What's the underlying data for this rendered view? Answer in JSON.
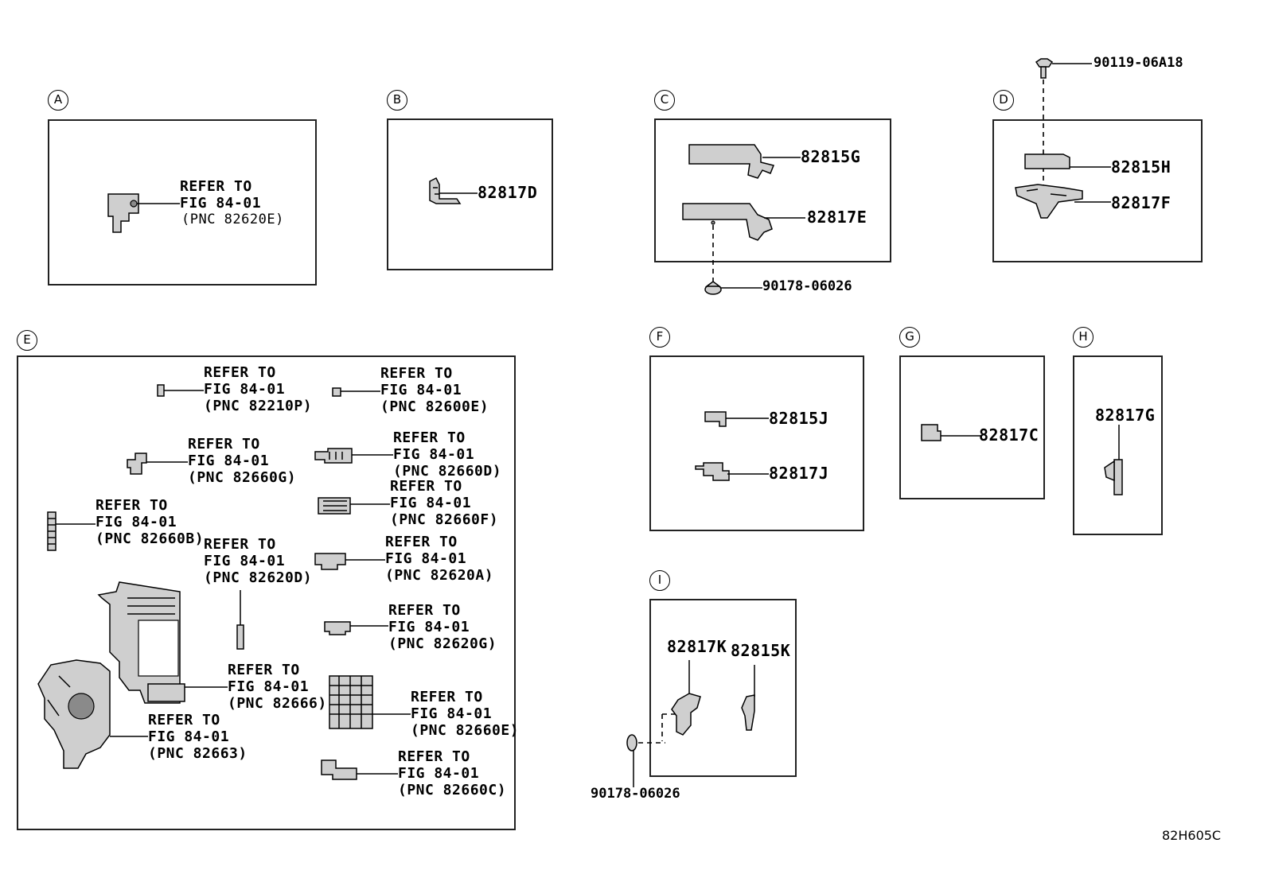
{
  "sections": {
    "A": {
      "letter": "A",
      "ref_title": "REFER TO",
      "ref_fig": "FIG 84-01",
      "ref_pnc": "(PNC 82620E)"
    },
    "B": {
      "letter": "B",
      "part": "82817D"
    },
    "C": {
      "letter": "C",
      "parts": [
        "82815G",
        "82817E"
      ],
      "fastener": "90178-06026"
    },
    "D": {
      "letter": "D",
      "parts": [
        "82815H",
        "82817F"
      ],
      "fastener": "90119-06A18"
    },
    "E": {
      "letter": "E",
      "refs": [
        {
          "title": "REFER TO",
          "fig": "FIG 84-01",
          "pnc": "(PNC 82210P)"
        },
        {
          "title": "REFER TO",
          "fig": "FIG 84-01",
          "pnc": "(PNC 82600E)"
        },
        {
          "title": "REFER TO",
          "fig": "FIG 84-01",
          "pnc": "(PNC 82660G)"
        },
        {
          "title": "REFER TO",
          "fig": "FIG 84-01",
          "pnc": "(PNC 82660D)"
        },
        {
          "title": "REFER TO",
          "fig": "FIG 84-01",
          "pnc": "(PNC 82660F)"
        },
        {
          "title": "REFER TO",
          "fig": "FIG 84-01",
          "pnc": "(PNC 82660B)"
        },
        {
          "title": "REFER TO",
          "fig": "FIG 84-01",
          "pnc": "(PNC 82620D)"
        },
        {
          "title": "REFER TO",
          "fig": "FIG 84-01",
          "pnc": "(PNC 82620A)"
        },
        {
          "title": "REFER TO",
          "fig": "FIG 84-01",
          "pnc": "(PNC 82620G)"
        },
        {
          "title": "REFER TO",
          "fig": "FIG 84-01",
          "pnc": "(PNC 82666)"
        },
        {
          "title": "REFER TO",
          "fig": "FIG 84-01",
          "pnc": "(PNC 82663)"
        },
        {
          "title": "REFER TO",
          "fig": "FIG 84-01",
          "pnc": "(PNC 82660E)"
        },
        {
          "title": "REFER TO",
          "fig": "FIG 84-01",
          "pnc": "(PNC 82660C)"
        }
      ]
    },
    "F": {
      "letter": "F",
      "parts": [
        "82815J",
        "82817J"
      ]
    },
    "G": {
      "letter": "G",
      "part": "82817C"
    },
    "H": {
      "letter": "H",
      "part": "82817G"
    },
    "I": {
      "letter": "I",
      "parts": [
        "82817K",
        "82815K"
      ],
      "fastener": "90178-06026"
    }
  },
  "diagram_code": "82H605C"
}
